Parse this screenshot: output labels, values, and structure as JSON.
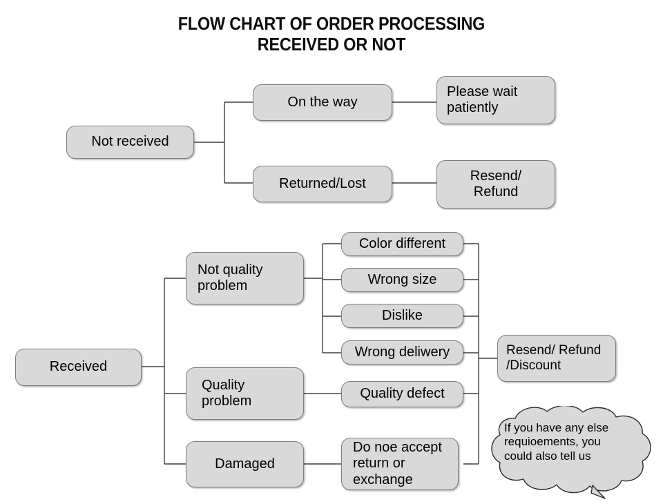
{
  "title": "FLOW CHART OF ORDER PROCESSING\nRECEIVED OR NOT",
  "colors": {
    "background": "#ffffff",
    "node_fill": "#d9d9d9",
    "node_border": "#7d7d7d",
    "line": "#3f3f3f",
    "text": "#000000",
    "title_text": "#0d0d0d"
  },
  "chart_data": {
    "type": "diagram",
    "title": "FLOW CHART OF ORDER PROCESSING RECEIVED OR NOT",
    "orientation": "left-to-right tree",
    "branches": [
      {
        "root": "Not received",
        "children": [
          {
            "label": "On the way",
            "outcome": "Please wait patiently"
          },
          {
            "label": "Returned/Lost",
            "outcome": "Resend/ Refund"
          }
        ]
      },
      {
        "root": "Received",
        "children": [
          {
            "label": "Not quality problem",
            "reasons": [
              "Color different",
              "Wrong size",
              "Dislike",
              "Wrong deliwery"
            ],
            "outcome": "Resend/ Refund /Discount"
          },
          {
            "label": "Quality problem",
            "reasons": [
              "Quality defect"
            ],
            "outcome": "Resend/ Refund /Discount"
          },
          {
            "label": "Damaged",
            "reasons": [
              "Do noe accept return or exchange"
            ],
            "outcome": null
          }
        ]
      }
    ],
    "note": "If you have any else requioements, you could also tell us"
  },
  "top": {
    "root": "Not received",
    "on_the_way": "On the way",
    "please_wait": "Please wait\npatiently",
    "returned_lost": "Returned/Lost",
    "resend_refund": "Resend/\nRefund"
  },
  "bottom": {
    "root": "Received",
    "not_quality": "Not quality\nproblem",
    "quality_problem": "Quality\nproblem",
    "damaged": "Damaged",
    "color_different": "Color different",
    "wrong_size": "Wrong size",
    "dislike": "Dislike",
    "wrong_deliwery": "Wrong deliwery",
    "quality_defect": "Quality defect",
    "do_not_accept": "Do noe accept\nreturn or\nexchange",
    "resend_refund_discount": "Resend/ Refund\n/Discount"
  },
  "callout": {
    "text": "If you have any else\nrequioements, you\ncould also tell us"
  }
}
